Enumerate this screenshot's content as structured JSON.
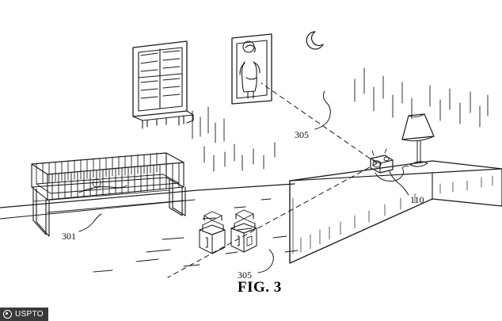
{
  "figure": {
    "caption_prefix": "F",
    "caption_rest": "IG",
    "caption": "FIG. 3",
    "caption_main": "F",
    "caption_small": "IG",
    "caption_number": ". 3"
  },
  "labels": {
    "ref_305_upper": "305",
    "ref_305_lower": "305",
    "ref_110": "110",
    "ref_301": "301"
  },
  "watermark": {
    "text": "USPTO",
    "icon": "circle-dot-icon"
  },
  "scene": {
    "description": "Patent line drawing of a nursery room",
    "elements": [
      "crib",
      "window",
      "framed-picture",
      "wall-moon-decal",
      "toy-blocks",
      "dresser",
      "table-lamp",
      "camera-monitor"
    ]
  },
  "colors": {
    "ink": "#1a1a1a",
    "background": "#ffffff",
    "badge_bg": "#3a3a3a",
    "badge_text": "#ffffff"
  }
}
